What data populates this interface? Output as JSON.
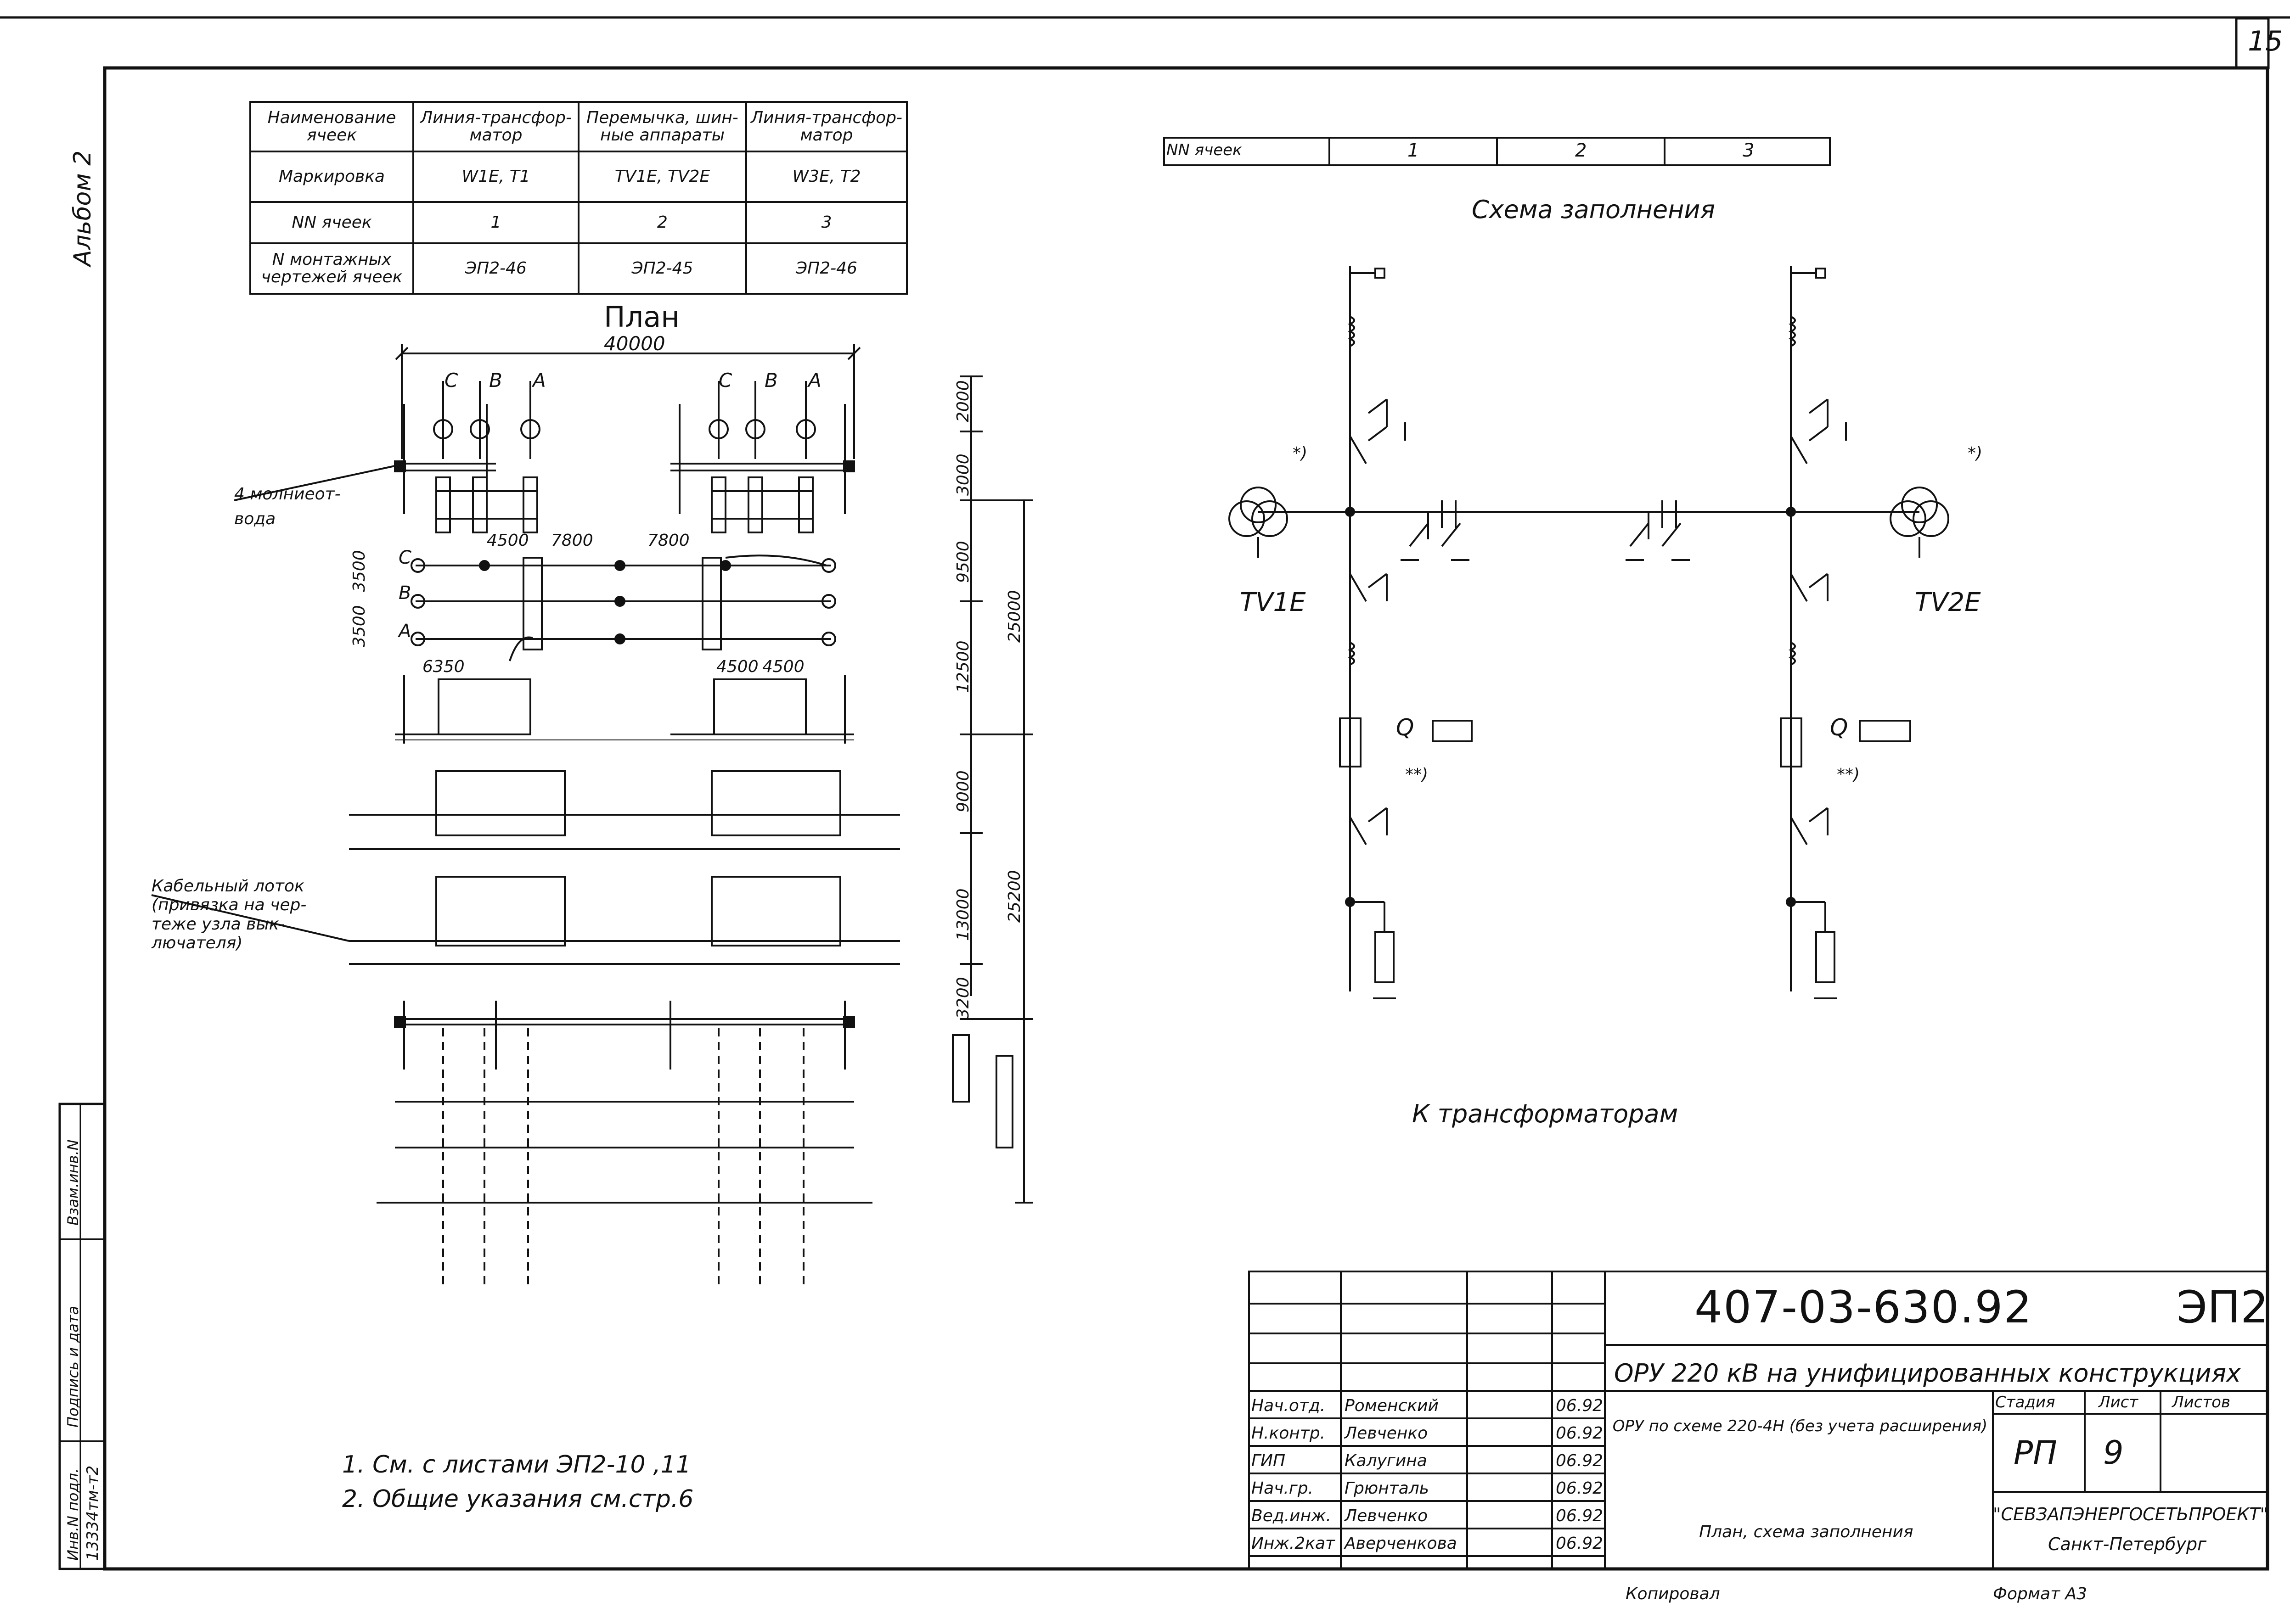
{
  "page_number": "15",
  "album": "Альбом 2",
  "cell_table": {
    "rows": [
      {
        "header": "Наименование ячеек",
        "cells": [
          "Линия-трансфор-матор",
          "Перемычка, шин-ные аппараты",
          "Линия-трансфор-матор"
        ]
      },
      {
        "header": "Маркировка",
        "cells": [
          "W1E, T1",
          "TV1E, TV2E",
          "W3E, T2"
        ]
      },
      {
        "header": "NN ячеек",
        "cells": [
          "1",
          "2",
          "3"
        ]
      },
      {
        "header": "N монтажных чертежей ячеек",
        "cells": [
          "ЭП2-46",
          "ЭП2-45",
          "ЭП2-46"
        ]
      }
    ]
  },
  "plan": {
    "title": "План",
    "dim_total": "40000",
    "phases": [
      "C",
      "B",
      "A"
    ],
    "lightning_label": "4 молниеот-вода",
    "dims_vertical": [
      "2000",
      "3000",
      "9500",
      "12500",
      "9000",
      "13000",
      "3200",
      "25000",
      "25200"
    ],
    "dims_horizontal": [
      "4500",
      "7800",
      "7800",
      "6350",
      "4500",
      "4500"
    ],
    "dims_phase": [
      "3500",
      "3500"
    ],
    "phase_side": [
      "C",
      "B",
      "A"
    ],
    "cable_tray": "Кабельный лоток (привязка на чер-теже узла вык-лючателя)"
  },
  "fill_header": {
    "label": "NN ячеек",
    "cells": [
      "1",
      "2",
      "3"
    ]
  },
  "schema": {
    "title": "Схема заполнения",
    "tv_left": "TV1E",
    "tv_right": "TV2E",
    "q_left": "Q",
    "q_right": "Q",
    "mark_star1": "*)",
    "mark_star2": "**)",
    "footer": "К трансформаторам"
  },
  "notes": [
    "1. См. с листами ЭП2-10 ,11",
    "2. Общие указания см.стр.6"
  ],
  "side_stamp": [
    "Взам.инв.N",
    "Подпись и дата",
    "Инв.N подл.",
    "13334тм-т2"
  ],
  "title_block": {
    "code": "407-03-630.92",
    "sheet_code": "ЭП2",
    "project": "ОРУ 220 кВ на унифицированных конструкциях",
    "description": "ОРУ по схеме 220-4Н (без учета расширения)",
    "drawing": "План, схема заполнения",
    "stage_label": "Стадия",
    "sheet_label": "Лист",
    "sheets_label": "Листов",
    "stage": "РП",
    "sheet": "9",
    "org": "\"СЕВЗАПЭНЕРГОСЕТЬПРОЕКТ\"",
    "city": "Санкт-Петербург",
    "staff": [
      {
        "role": "Нач.отд.",
        "name": "Роменский",
        "date": "06.92"
      },
      {
        "role": "Н.контр.",
        "name": "Левченко",
        "date": "06.92"
      },
      {
        "role": "ГИП",
        "name": "Калугина",
        "date": "06.92"
      },
      {
        "role": "Нач.гр.",
        "name": "Грюнталь",
        "date": "06.92"
      },
      {
        "role": "Вед.инж.",
        "name": "Левченко",
        "date": "06.92"
      },
      {
        "role": "Инж.2кат",
        "name": "Аверченкова",
        "date": "06.92"
      }
    ],
    "copied": "Копировал",
    "format": "Формат А3"
  }
}
